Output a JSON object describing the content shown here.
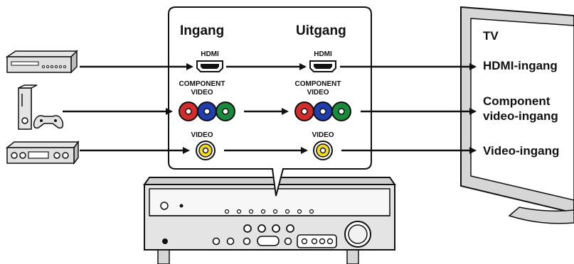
{
  "panel": {
    "input_heading": "Ingang",
    "output_heading": "Uitgang"
  },
  "connectors": {
    "hdmi_in": "HDMI",
    "hdmi_out": "HDMI",
    "component_in_line1": "COMPONENT",
    "component_in_line2": "VIDEO",
    "component_out_line1": "COMPONENT",
    "component_out_line2": "VIDEO",
    "video_in": "VIDEO",
    "video_out": "VIDEO"
  },
  "tv": {
    "title": "TV",
    "hdmi_input": "HDMI-ingang",
    "component_line1": "Component",
    "component_line2": "video-ingang",
    "video_input": "Video-ingang"
  },
  "colors": {
    "component_red": "#d42b2b",
    "component_blue": "#1f3fb0",
    "component_green": "#1a8a3c",
    "composite_yellow": "#f2dc1a",
    "device_gray": "#d9d9d9",
    "outline": "#111111"
  },
  "icons": {
    "source_1": "disc-player-icon",
    "source_2": "game-console-icon",
    "source_3": "video-recorder-icon",
    "receiver": "av-receiver-icon",
    "display": "tv-icon"
  }
}
